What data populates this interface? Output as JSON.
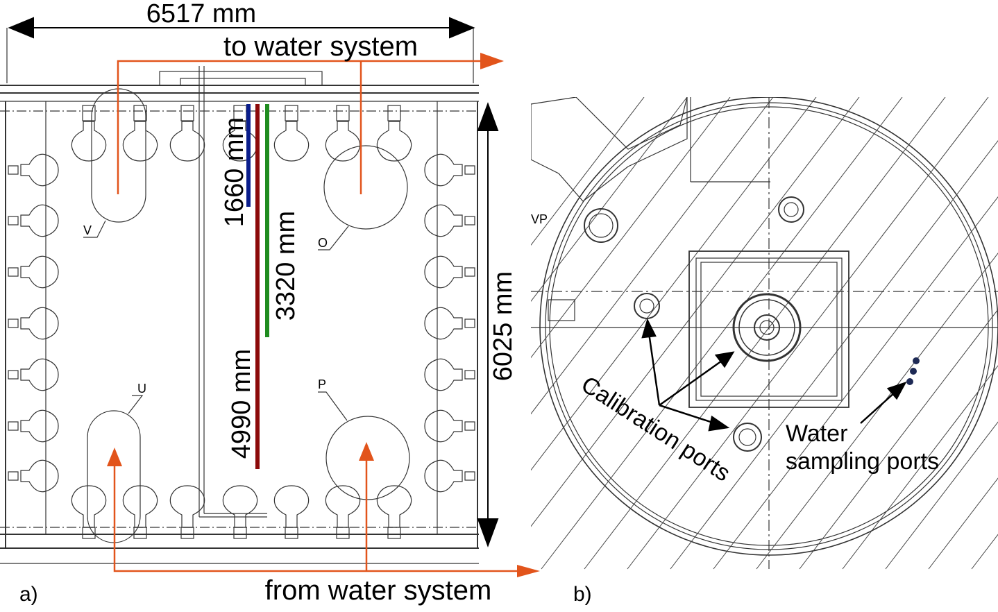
{
  "panel_a": {
    "label": "a)",
    "width_label": "6517 mm",
    "height_label": "6025 mm",
    "to_water_label": "to water system",
    "from_water_label": "from water system",
    "depth_labels": [
      {
        "text": "1660 mm",
        "color": "#0a1d8c"
      },
      {
        "text": "3320 mm",
        "color": "#1f8c1f"
      },
      {
        "text": "4990 mm",
        "color": "#8c0a0a"
      }
    ],
    "sphere_labels": [
      "V",
      "O",
      "U",
      "P"
    ],
    "flow_color": "#e2541b"
  },
  "panel_b": {
    "label": "b)",
    "vp_label": "VP",
    "calibration_label": "Calibration ports",
    "water_sampling_line1": "Water",
    "water_sampling_line2": "sampling ports"
  }
}
